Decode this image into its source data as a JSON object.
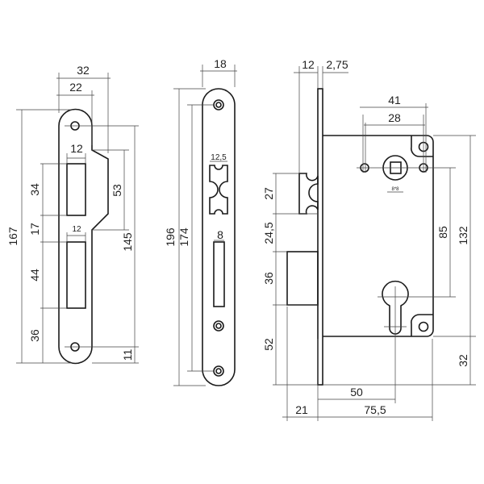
{
  "strike_plate": {
    "width_total": "32",
    "width_narrow": "22",
    "slot_width_1": "12",
    "slot_width_2": "12",
    "height_total": "167",
    "slot1_height": "34",
    "gap": "17",
    "slot2_height": "44",
    "bottom_offset": "36",
    "notch_height": "53",
    "hole_distance": "145",
    "hole_edge": "11"
  },
  "faceplate": {
    "width": "18",
    "height_total": "196",
    "hole_distance": "174",
    "latch_opening": "12,5",
    "bolt_opening": "8"
  },
  "lock_body": {
    "latch_projection": "12",
    "plate_thickness": "2,75",
    "screw_spacing_outer": "41",
    "screw_spacing_inner": "28",
    "spindle_size": "8*8",
    "latch_height": "27",
    "latch_bolt_gap": "24,5",
    "bolt_height": "36",
    "bolt_bottom": "52",
    "center_distance": "85",
    "body_height": "132",
    "body_bottom": "32",
    "backset": "50",
    "body_depth": "75,5",
    "bolt_projection": "21"
  }
}
